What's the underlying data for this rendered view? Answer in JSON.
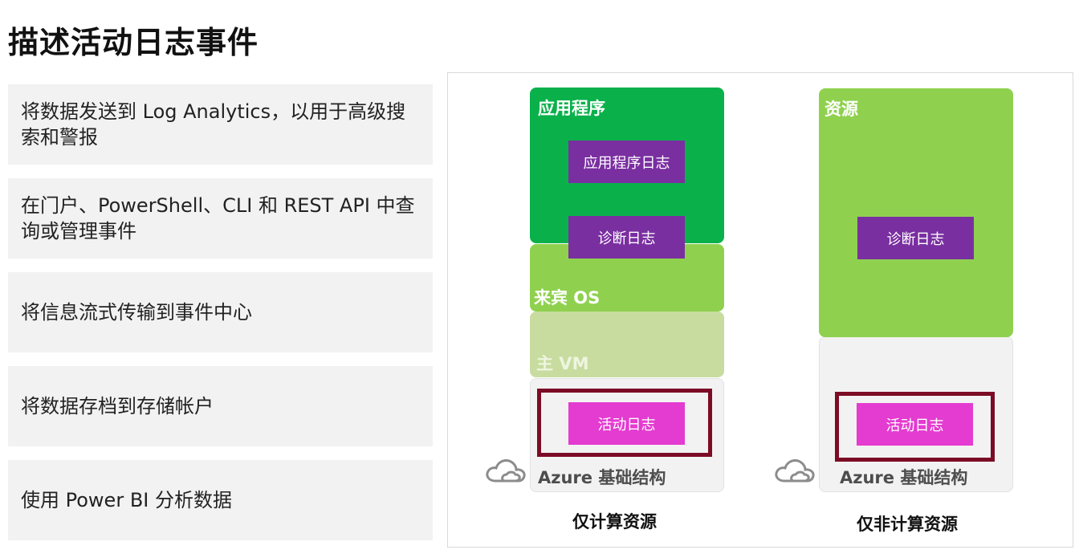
{
  "title": "描述活动日志事件",
  "features": [
    "将数据发送到 Log Analytics，以用于高级搜索和警报",
    "在门户、PowerShell、CLI 和 REST API 中查询或管理事件",
    "将信息流式传输到事件中心",
    "将数据存档到存储帐户",
    "使用 Power BI 分析数据"
  ],
  "diagram": {
    "left": {
      "app_label": "应用程序",
      "app_log": "应用程序日志",
      "diag_log": "诊断日志",
      "guest_os": "来宾 OS",
      "host_vm": "主 VM",
      "activity_log": "活动日志",
      "azure_infra": "Azure 基础结构",
      "caption": "仅计算资源"
    },
    "right": {
      "resource_label": "资源",
      "diag_log": "诊断日志",
      "activity_log": "活动日志",
      "azure_infra": "Azure 基础结构",
      "caption": "仅非计算资源"
    },
    "colors": {
      "app_green": "#0ab14b",
      "light_green": "#8fd14f",
      "pale_green": "#c8dca0",
      "purple": "#7a2fa1",
      "magenta": "#e43bd0",
      "frame": "#7c0c25",
      "infra_gray": "#f2f2f2"
    }
  }
}
